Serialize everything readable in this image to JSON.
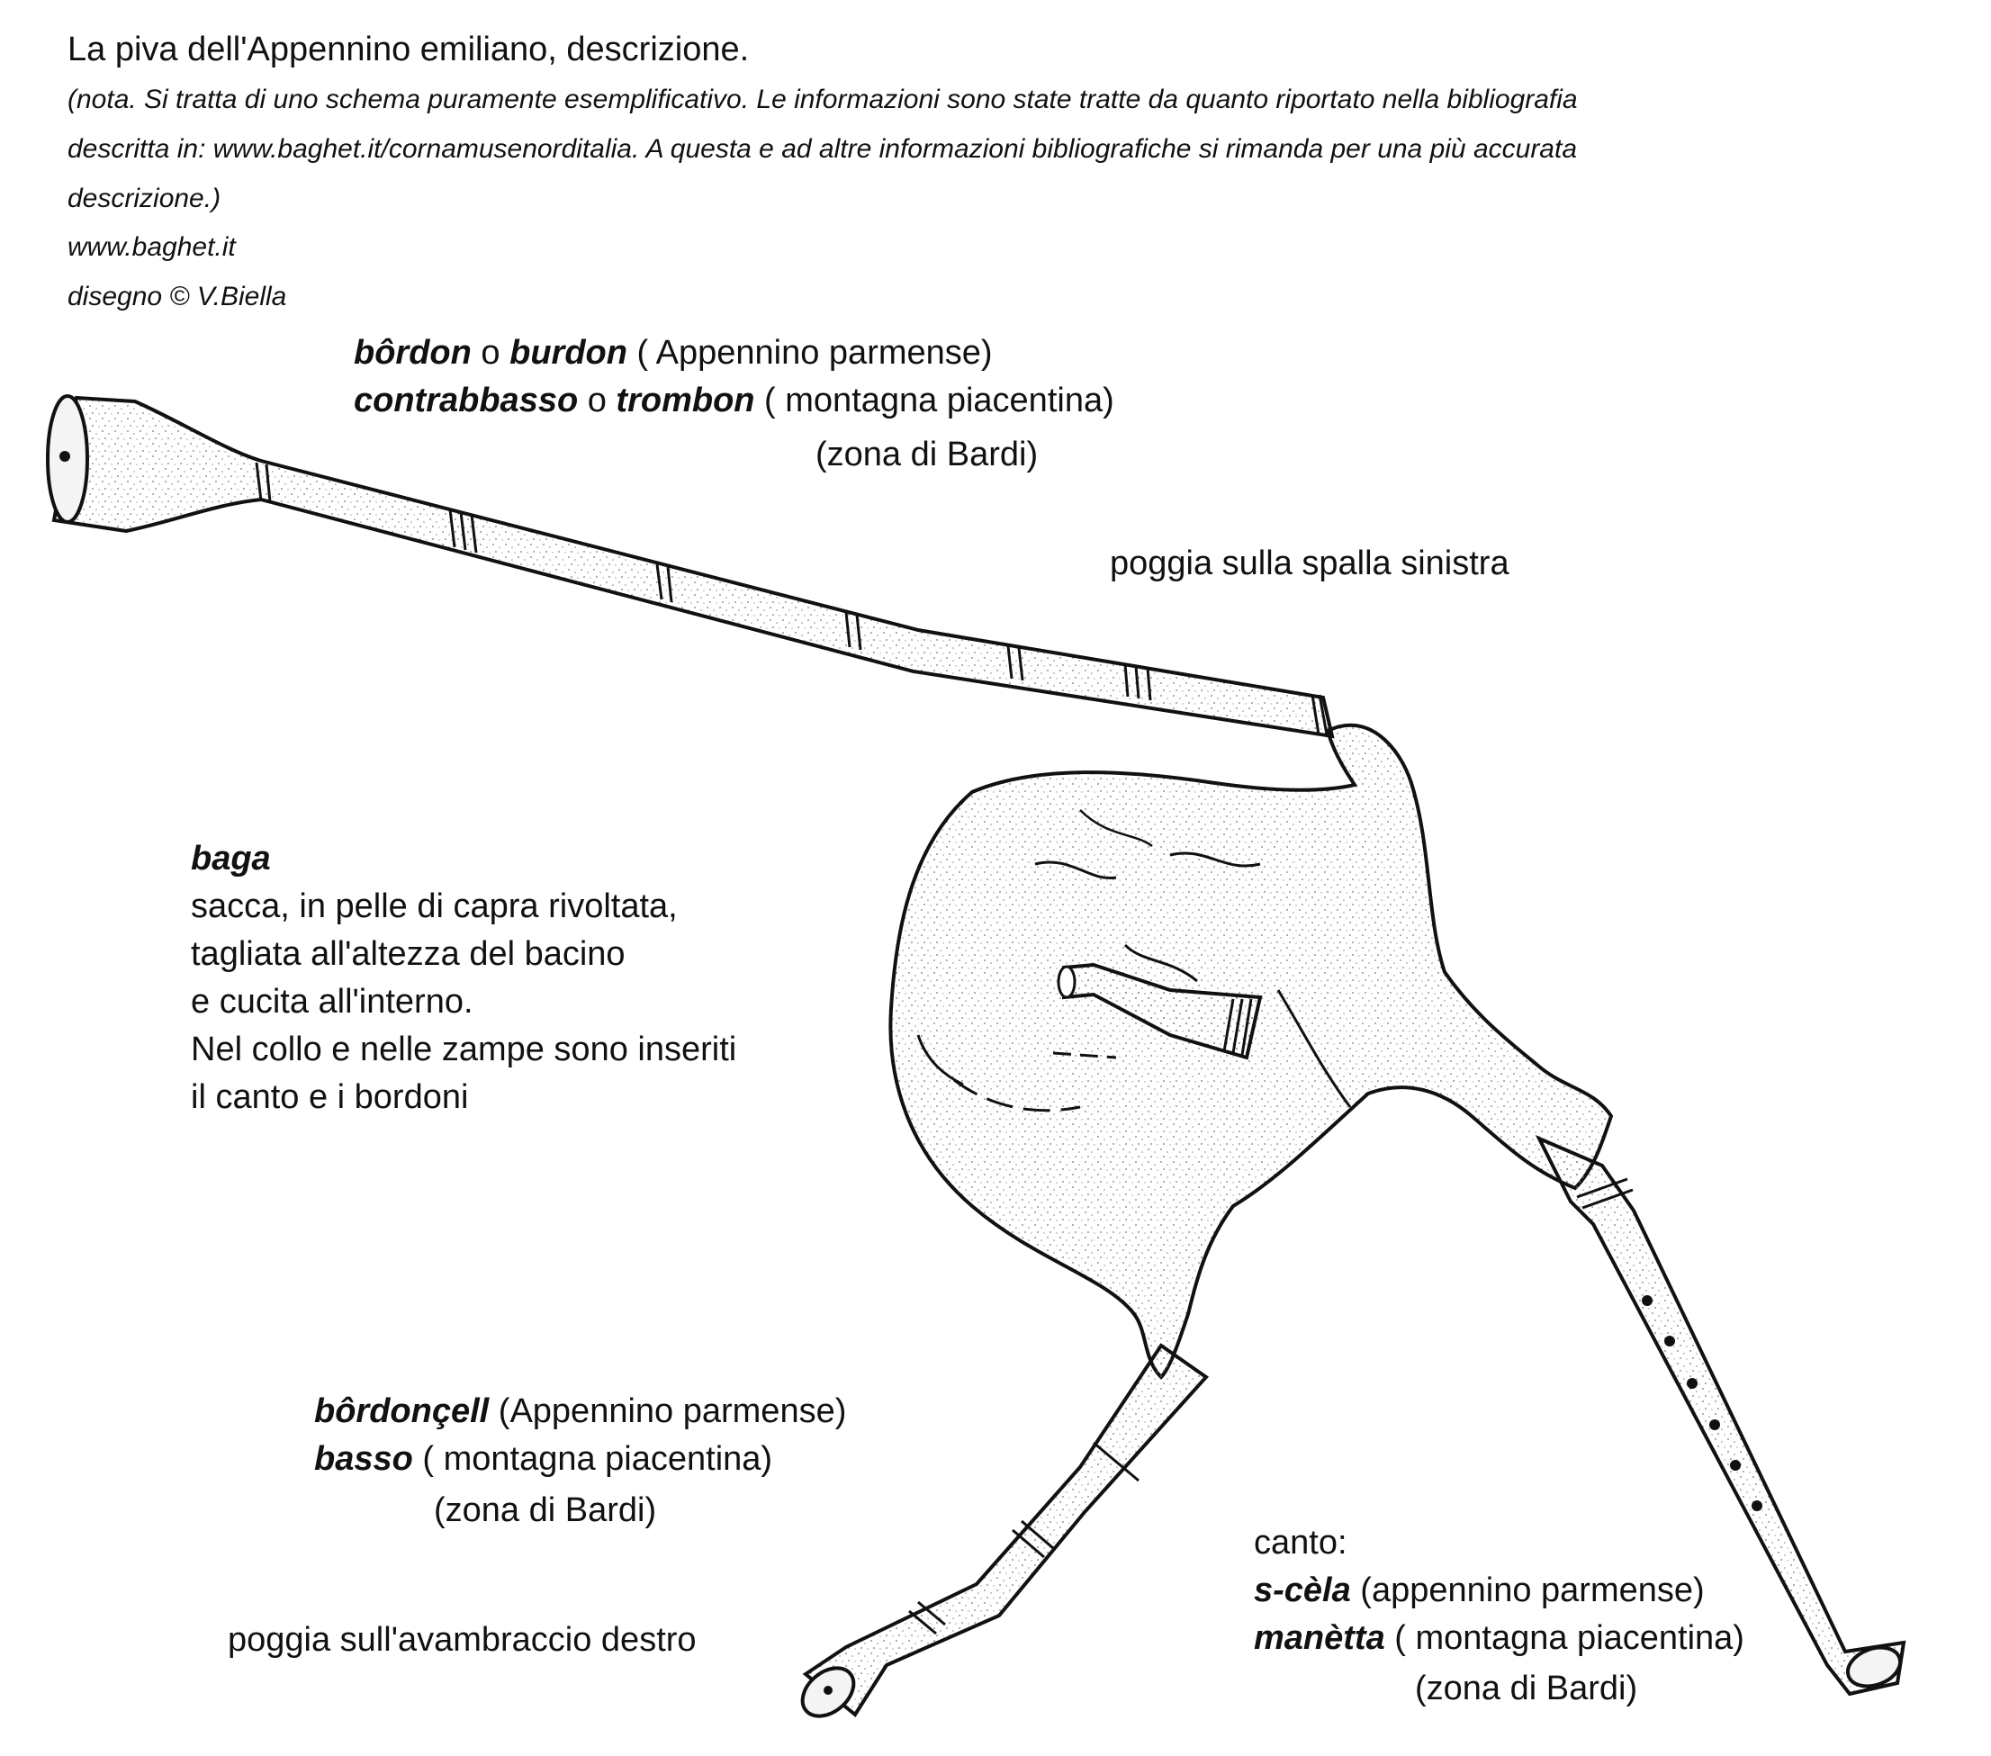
{
  "header": {
    "title": "La piva dell'Appennino emiliano, descrizione.",
    "note_lines": [
      "(nota. Si tratta di uno schema puramente esemplificativo. Le informazioni sono state tratte da quanto riportato nella bibliografia",
      "descritta in: www.baghet.it/cornamusenorditalia. A questa e ad altre informazioni bibliografiche si rimanda per una più accurata",
      "descrizione.)"
    ],
    "website": "www.baghet.it",
    "credit": "disegno © V.Biella"
  },
  "labels": {
    "bordon": {
      "term1": "bôrdon",
      "or1": " o ",
      "term2": "burdon",
      "region1": " ( Appennino parmense)",
      "term3": "contrabbasso",
      "or2": " o ",
      "term4": "trombon",
      "region2": " ( montagna piacentina)",
      "zone": "(zona di Bardi)"
    },
    "spalla": "poggia sulla spalla sinistra",
    "baga": {
      "term": "baga",
      "lines": [
        "sacca, in pelle di capra rivoltata,",
        "tagliata all'altezza del bacino",
        "e cucita all'interno.",
        "Nel collo e nelle zampe sono inseriti",
        "il canto e i bordoni"
      ]
    },
    "bordoncell": {
      "term1": "bôrdonçell",
      "region1": " (Appennino parmense)",
      "term2": "basso",
      "region2": " ( montagna piacentina)",
      "zone": "(zona di Bardi)"
    },
    "avambraccio": "poggia sull'avambraccio destro",
    "canto": {
      "heading": "canto:",
      "term1": "s-cèla",
      "region1": " (appennino parmense)",
      "term2": "manètta",
      "region2": " ( montagna piacentina)",
      "zone": "(zona di Bardi)"
    }
  },
  "colors": {
    "ink": "#111111",
    "paper": "#ffffff",
    "stipple": "#9a9a9a"
  }
}
